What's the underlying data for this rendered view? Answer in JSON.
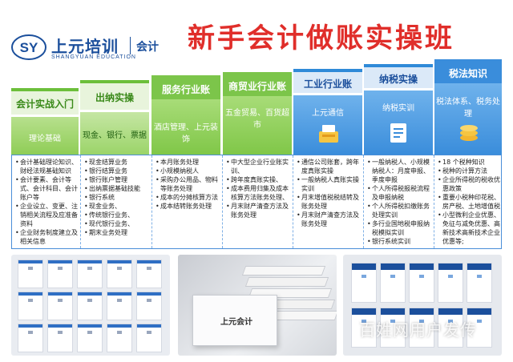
{
  "header": {
    "brand_name": "上元培训",
    "brand_tag": "会计",
    "brand_en": "SHANGYUAN EDUCATION",
    "title": "新手会计做账实操班"
  },
  "colors": {
    "title_red": "#e02e2a",
    "brand_blue": "#1b4f9c",
    "green": "#6cbf3a",
    "blue": "#2f8ad8"
  },
  "stairs": [
    {
      "label": "会计实战入门",
      "sub": "理论基础"
    },
    {
      "label": "出纳实操",
      "sub": "现金、银行、票据"
    },
    {
      "label": "服务行业账",
      "sub": "酒店管理、上元装饰"
    },
    {
      "label": "商贸业行业账",
      "sub": "五金贸易、百货超市"
    },
    {
      "label": "工业行业账",
      "sub": "上元通信"
    },
    {
      "label": "纳税实操",
      "sub": "纳税实训"
    },
    {
      "label": "税法知识",
      "sub": "税法体系、税务处理"
    }
  ],
  "columns": [
    [
      "会计基础理论知识、财经法规基础知识",
      "会计要素、会计等式、会计科目、会计账户等",
      "企业设立、变更、注销相关流程及应准备资料",
      "企业财务制度建立及相关信息"
    ],
    [
      "现金结算业务",
      "银行结算业务",
      "银行账户管理",
      "出纳票据基础技能",
      "银行系统",
      "现金业务、",
      "传统银行业务、",
      "现代银行业务、",
      "期末业务处理"
    ],
    [
      "本月账务处理",
      "小规模纳税人",
      "采购办公用品、物料等账务处理",
      "成本的分摊核算方法",
      "成本结转账务处理"
    ],
    [
      "中大型企业行业账实训、",
      "跨年度真账实操、",
      "成本费用归集及成本核算方法账务处理、",
      "月末财产清查方法及账务处理"
    ],
    [
      "通信公司账套，跨年度真账实操",
      "一般纳税人真账实操实训",
      "月末增值税税结转及账务处理",
      "月末财产清查方法及账务处理"
    ],
    [
      "一般纳税人、小规模纳税人：月度申报、季度申报",
      "个人所得税报税流程及申报纳税",
      "个人所得税扣缴账务处理实训",
      "多行业国地税申报纳税模拟实训",
      "银行系统实训"
    ],
    [
      "18 个税种知识",
      "税种的计算方法",
      "企业所得税的税收优惠政策",
      "重要小税种印花税、房产税、土地增值税",
      "小型微利企业优惠、免征与减免优惠、高新技术高新技术企业优惠等;"
    ]
  ],
  "box_brand": "上元会计",
  "watermark": "百姓网用户发传"
}
